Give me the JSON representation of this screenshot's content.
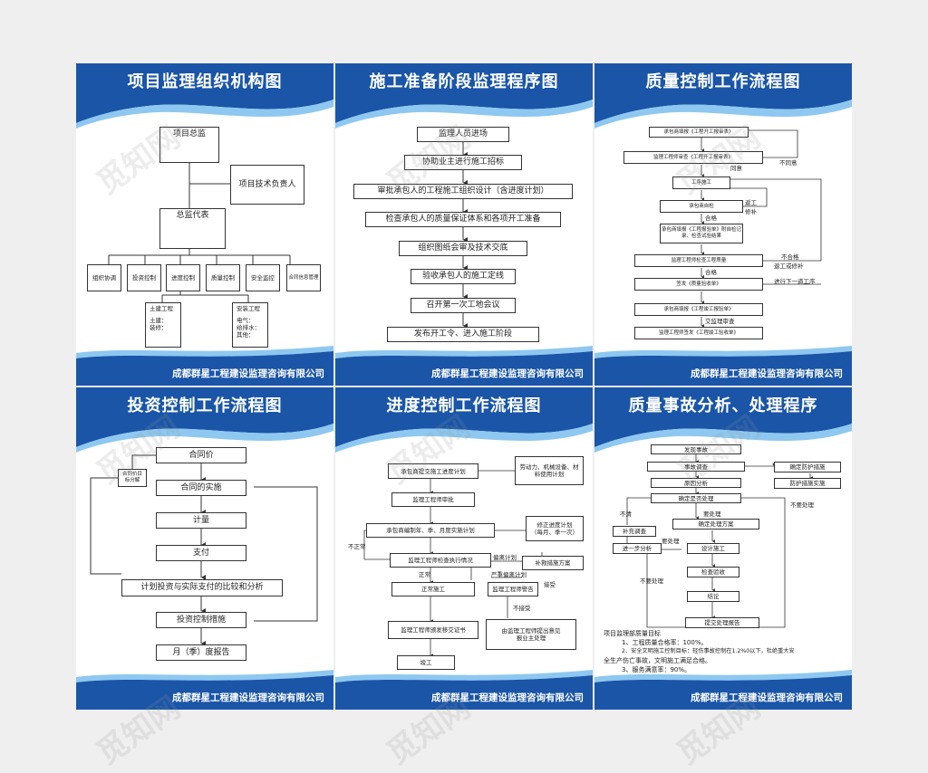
{
  "company": "成都群星工程建设监理咨询有限公司",
  "watermark": "觅知网",
  "colors": {
    "primary": "#1a55a8",
    "light": "#8ec8f0"
  },
  "p1": {
    "title": "项目监理组织机构图",
    "director": "项目总监",
    "tech": "项目技术负责人",
    "rep": "总监代表",
    "depts": [
      "组织协调",
      "投资控制",
      "进度控制",
      "质量控制",
      "安全监控",
      "合同信息管理"
    ],
    "civil_title": "土建工程",
    "civil_items": [
      "土建：",
      "装修："
    ],
    "install_title": "安装工程",
    "install_items": [
      "电气：",
      "给排水：",
      "其他："
    ]
  },
  "p2": {
    "title": "施工准备阶段监理程序图",
    "steps": [
      "监理人员进场",
      "协助业主进行施工招标",
      "审批承包人的工程施工组织设计（含进度计划）",
      "检查承包人的质量保证体系和各项开工准备",
      "组织图纸会审及技术交底",
      "验收承包人的施工定线",
      "召开第一次工地会议",
      "发布开工令、进入施工阶段"
    ]
  },
  "p3": {
    "title": "质量控制工作流程图",
    "steps": [
      "承包商填报《工程开工报审表》",
      "监理工程师审查《工程开工报审表》",
      "工序施工",
      "承包商自检",
      "承包商填报《工程报验单》附自检记录、检查试验结果",
      "监理工程师检查工程质量",
      "签发《质量验收单》",
      "承包商填报《工程竣工报验单》",
      "监理工程师签发《工程竣工验收单》"
    ],
    "labels": {
      "agree": "同意",
      "disagree": "不同意",
      "rework1": "返工",
      "rework2": "修补",
      "pass1": "合格",
      "fail": "不合格",
      "rework3": "返工或修补",
      "pass2": "合格",
      "next": "进行下一道工序",
      "review": "交监理审查"
    }
  },
  "p4": {
    "title": "投资控制工作流程图",
    "steps": [
      "合同价",
      "合同的实施",
      "计量",
      "支付",
      "计划投资与实际支付的比较和分析",
      "投资控制措施",
      "月（季）度报告"
    ],
    "side": "合同价目标分解"
  },
  "p5": {
    "title": "进度控制工作流程图",
    "steps": [
      "承包商提交施工进度计划",
      "监理工程师审批",
      "承包商编制年、季、月度实施计划",
      "监理工程师检查执行情况",
      "正常施工",
      "监理工程师颁发移交证书",
      "竣工"
    ],
    "side1": "劳动力、机械设备、材料使用计划",
    "side2_l1": "修正进度计划",
    "side2_l2": "（每月、季一次）",
    "remedy": "补救措施方案",
    "warn": "监理工程师警告",
    "report_l1": "由监理工程师提出意见",
    "report_l2": "报业主处理",
    "labels": {
      "abnormal": "不正常",
      "deviate": "偏离计划",
      "severe": "严重偏离计划",
      "normal": "正常",
      "accept1": "接受",
      "reject": "不接受"
    }
  },
  "p6": {
    "title": "质量事故分析、处理程序",
    "steps": [
      "发现事故",
      "事故调查",
      "原因分析",
      "确定是否处理",
      "确定处理方案",
      "设计施工",
      "检查验收",
      "结论",
      "提交处理报告"
    ],
    "side": [
      "确定防护措施",
      "防护措施实施"
    ],
    "left": [
      "补充调查",
      "进一步分析"
    ],
    "labels": {
      "unclear": "不清",
      "need": "要处理",
      "noneed": "不要处理",
      "need2": "要处理",
      "noneed2": "不要处理"
    },
    "goal_title": "项目监理部质量目标",
    "goals": [
      "1、工程质量合格率：100%。",
      "2、安全文明施工控制目标：轻伤事故控制在1.2%0以下，杜绝重大安",
      "全生产伤亡事故，文明施工满足合格。",
      "3、服务满意率：90%。"
    ]
  }
}
